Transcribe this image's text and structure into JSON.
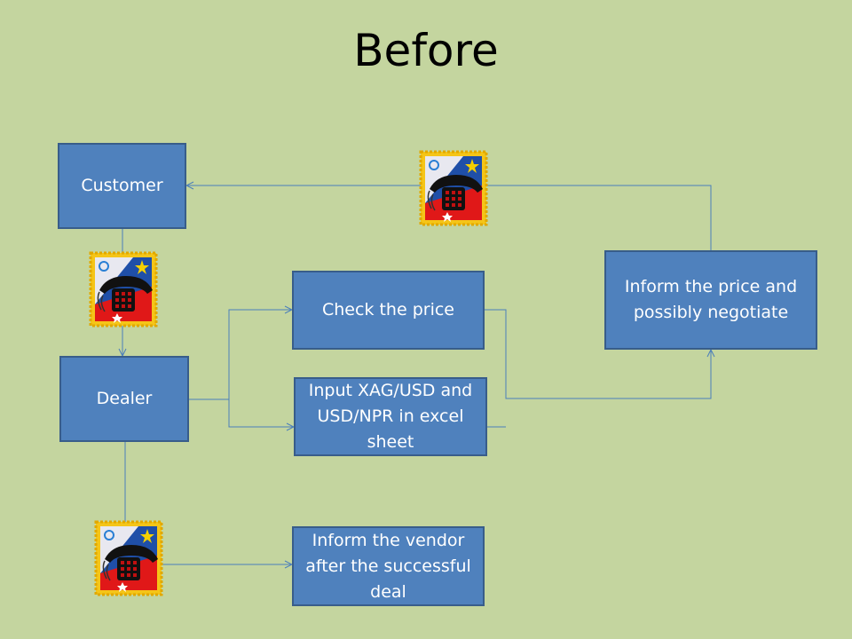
{
  "slide": {
    "title": "Before"
  },
  "boxes": {
    "customer": "Customer",
    "dealer": "Dealer",
    "check_price": "Check the price",
    "input_rates": "Input XAG/USD and USD/NPR in excel sheet",
    "inform_price": "Inform the price and possibly negotiate",
    "inform_vendor": "Inform the vendor after the successful deal"
  },
  "icons": {
    "phone_1": "telephone-clipart-icon",
    "phone_2": "telephone-clipart-icon",
    "phone_3": "telephone-clipart-icon"
  },
  "colors": {
    "background": "#c4d59f",
    "box_fill": "#4f81bd",
    "box_border": "#385d8a",
    "connector": "#4a7ebb"
  }
}
